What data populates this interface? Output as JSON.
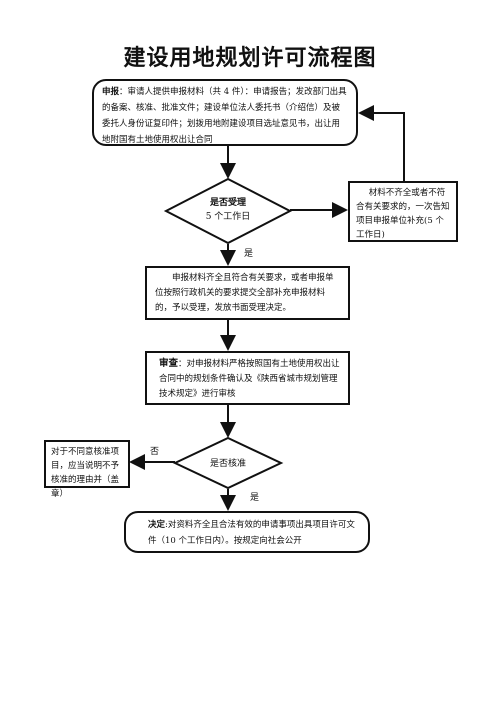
{
  "title": "建设用地规划许可流程图",
  "apply": {
    "head": "申报",
    "text": "：审请人提供申报材料（共 4 件）：申请报告；发改部门出具的备案、核准、批准文件；建设单位法人委托书（介绍信）及被委托人身份证复印件；划拨用地附建设项目选址意见书，出让用地附国有土地使用权出让合同"
  },
  "decision_accept": {
    "line1": "是否受理",
    "line2": "5  个工作日"
  },
  "incomplete": {
    "text": "材料不齐全或者不符合有关要求的，一次告知项目申报单位补充(5 个工作日)"
  },
  "yes1": "是",
  "accepted": {
    "text": "申报材料齐全且符合有关要求，或者申报单位按照行政机关的要求提交全部补充申报材料的，予以受理，发放书面受理决定。"
  },
  "review": {
    "head": "审查",
    "text": "：对申报材料严格按照国有土地使用权出让合同中的规划条件确认及《陕西省城市规划管理技术规定》进行审核"
  },
  "decision_approve": {
    "text": "是否核准"
  },
  "no_label": "否",
  "reject": {
    "text": "对于不同意核准项目，应当说明不予核准的理由并（盖章）"
  },
  "yes2": "是",
  "decide": {
    "head": "决定",
    "text": ":对资料齐全且合法有效的申请事项出具项目许可文件（10 个工作日内）。按规定向社会公开"
  }
}
